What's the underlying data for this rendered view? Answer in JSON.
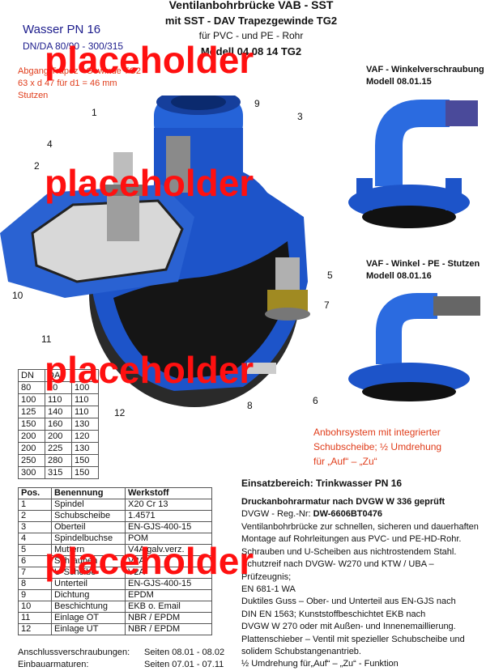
{
  "header": {
    "title_line1": "Ventilanbohrbrücke VAB - SST",
    "title_line2": "mit SST - DAV Trapezgewinde  TG2",
    "title_line3": "für PVC - und PE - Rohr",
    "title_line4": "Modell 04 08 14 TG2"
  },
  "placeholders": [
    "placeholder",
    "placeholder",
    "placeholder",
    "placeholder"
  ],
  "top_left": {
    "wasser": "Wasser PN 16",
    "dn_range": "DN/DA 80/90 - 300/315",
    "abgang_line1": "Abgang Trapez - Gewinde TG2",
    "abgang_line2": "63 x d 47 für d1 = 46 mm",
    "abgang_line3": "Stutzen"
  },
  "callouts": [
    "1",
    "2",
    "3",
    "4",
    "5",
    "7",
    "8",
    "9",
    "10",
    "11",
    "12",
    "6"
  ],
  "side": {
    "vaf1_line1": "VAF - Winkelverschraubung",
    "vaf1_line2": "Modell 08.01.15",
    "vaf2_line1": "VAF - Winkel - PE - Stutzen",
    "vaf2_line2": "Modell 08.01.16",
    "anbohr_line1": "Anbohrsystem mit integrierter",
    "anbohr_line2": "Schubscheibe;  ½ Umdrehung",
    "anbohr_line3": "für „Auf“ – „Zu“"
  },
  "dn_table": {
    "headers": [
      "DN",
      "DA",
      ""
    ],
    "rows": [
      [
        "80",
        "90",
        "100"
      ],
      [
        "100",
        "110",
        "110"
      ],
      [
        "125",
        "140",
        "110"
      ],
      [
        "150",
        "160",
        "130"
      ],
      [
        "200",
        "200",
        "120"
      ],
      [
        "200",
        "225",
        "130"
      ],
      [
        "250",
        "280",
        "150"
      ],
      [
        "300",
        "315",
        "150"
      ]
    ]
  },
  "parts_table": {
    "headers": [
      "Pos.",
      "Benennung",
      "Werkstoff"
    ],
    "rows": [
      [
        "1",
        "Spindel",
        "X20 Cr 13"
      ],
      [
        "2",
        "Schubscheibe",
        "1.4571"
      ],
      [
        "3",
        "Oberteil",
        "EN-GJS-400-15"
      ],
      [
        "4",
        "Spindelbuchse",
        "POM"
      ],
      [
        "5",
        "Muttern",
        "V4A galv.verz."
      ],
      [
        "6",
        "Schrauben",
        "V2A"
      ],
      [
        "7",
        "U-Scheibe",
        "V2A"
      ],
      [
        "8",
        "Unterteil",
        "EN-GJS-400-15"
      ],
      [
        "9",
        "Dichtung",
        "EPDM"
      ],
      [
        "10",
        "Beschichtung",
        "EKB o. Email"
      ],
      [
        "11",
        "Einlage OT",
        "NBR / EPDM"
      ],
      [
        "12",
        "Einlage UT",
        "NBR / EPDM"
      ]
    ]
  },
  "description": {
    "einsatz": "Einsatzbereich:  Trinkwasser PN 16",
    "druck": "Druckanbohrarmatur nach DVGW W 336 geprüft",
    "reg_label": "DVGW - Reg.-Nr:",
    "reg_value": "DW-6606BT0476",
    "lines": [
      "Ventilanbohrbrücke zur schnellen, sicheren und dauerhaften",
      "Montage auf Rohrleitungen aus PVC- und PE-HD-Rohr.",
      "Schrauben und U-Scheiben aus nichtrostendem Stahl.",
      "Schutzreif nach DVGW- W270 und KTW / UBA – Prüfzeugnis;",
      "EN 681-1 WA",
      "Duktiles Guss – Ober- und Unterteil aus EN-GJS nach",
      "DIN EN  1563;  Kunststoffbeschichtet EKB nach",
      "DVGW W 270 oder mit Außen- und Innenemaillierung.",
      "Plattenschieber – Ventil mit spezieller Schubscheibe und",
      "solidem Schubstangenantrieb.",
      "½ Umdrehung für„Auf“ – „Zu“ - Funktion"
    ]
  },
  "footer": {
    "row1_label": "Anschlussverschraubungen:",
    "row1_value": "Seiten 08.01 - 08.02",
    "row2_label": "Einbauarmaturen:",
    "row2_value": "Seiten 07.01 - 07.11"
  },
  "colors": {
    "accent_red": "#e03c1a",
    "placeholder_red": "#ff1010",
    "body_blue": "#1d54c9",
    "tech_text": "#1c1c8c"
  }
}
